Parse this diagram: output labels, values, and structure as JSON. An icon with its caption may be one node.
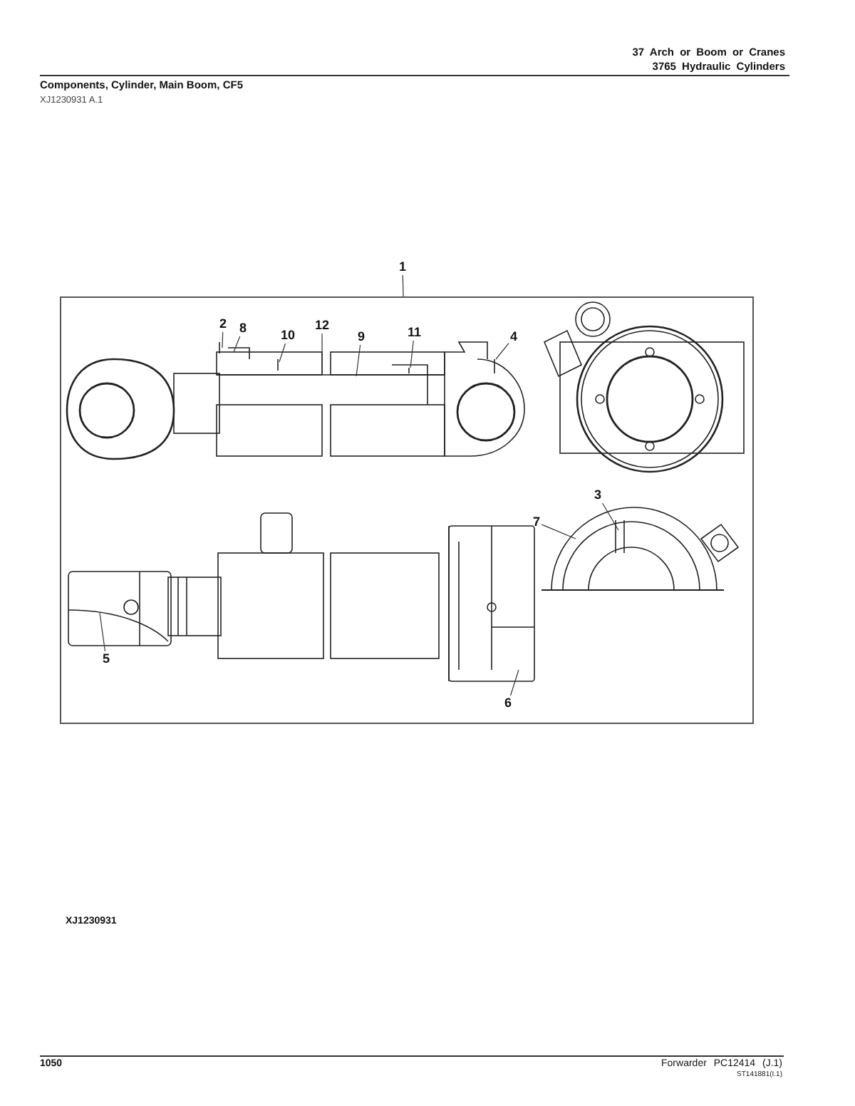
{
  "diagram": {
    "title": "Components, Cylinder, Main Boom, CF5",
    "nodes": [
      {
        "text": [
          "1"
        ]
      },
      {
        "text": [
          "2"
        ]
      },
      {
        "text": [
          "8"
        ]
      },
      {
        "text": [
          "10"
        ]
      },
      {
        "text": [
          "12"
        ]
      },
      {
        "text": [
          "9"
        ]
      },
      {
        "text": [
          "11"
        ]
      },
      {
        "text": [
          "4"
        ]
      },
      {
        "text": [
          "3"
        ]
      },
      {
        "text": [
          "7"
        ]
      },
      {
        "text": [
          "5"
        ]
      },
      {
        "text": [
          "6"
        ]
      }
    ],
    "edges": [
      {
        "from": 0,
        "to": null,
        "arrow": "none"
      },
      {
        "from": 1,
        "to": null,
        "arrow": "none"
      },
      {
        "from": 2,
        "to": null,
        "arrow": "none"
      },
      {
        "from": 3,
        "to": null,
        "arrow": "none"
      },
      {
        "from": 4,
        "to": null,
        "arrow": "none"
      },
      {
        "from": 5,
        "to": null,
        "arrow": "none"
      },
      {
        "from": 6,
        "to": null,
        "arrow": "none"
      },
      {
        "from": 7,
        "to": null,
        "arrow": "none"
      },
      {
        "from": 8,
        "to": null,
        "arrow": "none"
      },
      {
        "from": 9,
        "to": null,
        "arrow": "none"
      },
      {
        "from": 10,
        "to": null,
        "arrow": "none"
      },
      {
        "from": 11,
        "to": null,
        "arrow": "none"
      }
    ],
    "labels": [
      "37 Arch or Boom or Cranes",
      "3765 Hydraulic Cylinders",
      "XJ1230931 A.1",
      "XJ1230931",
      "1050",
      "Forwarder PC12414 (J.1)",
      "ST141881(I.1)"
    ]
  }
}
